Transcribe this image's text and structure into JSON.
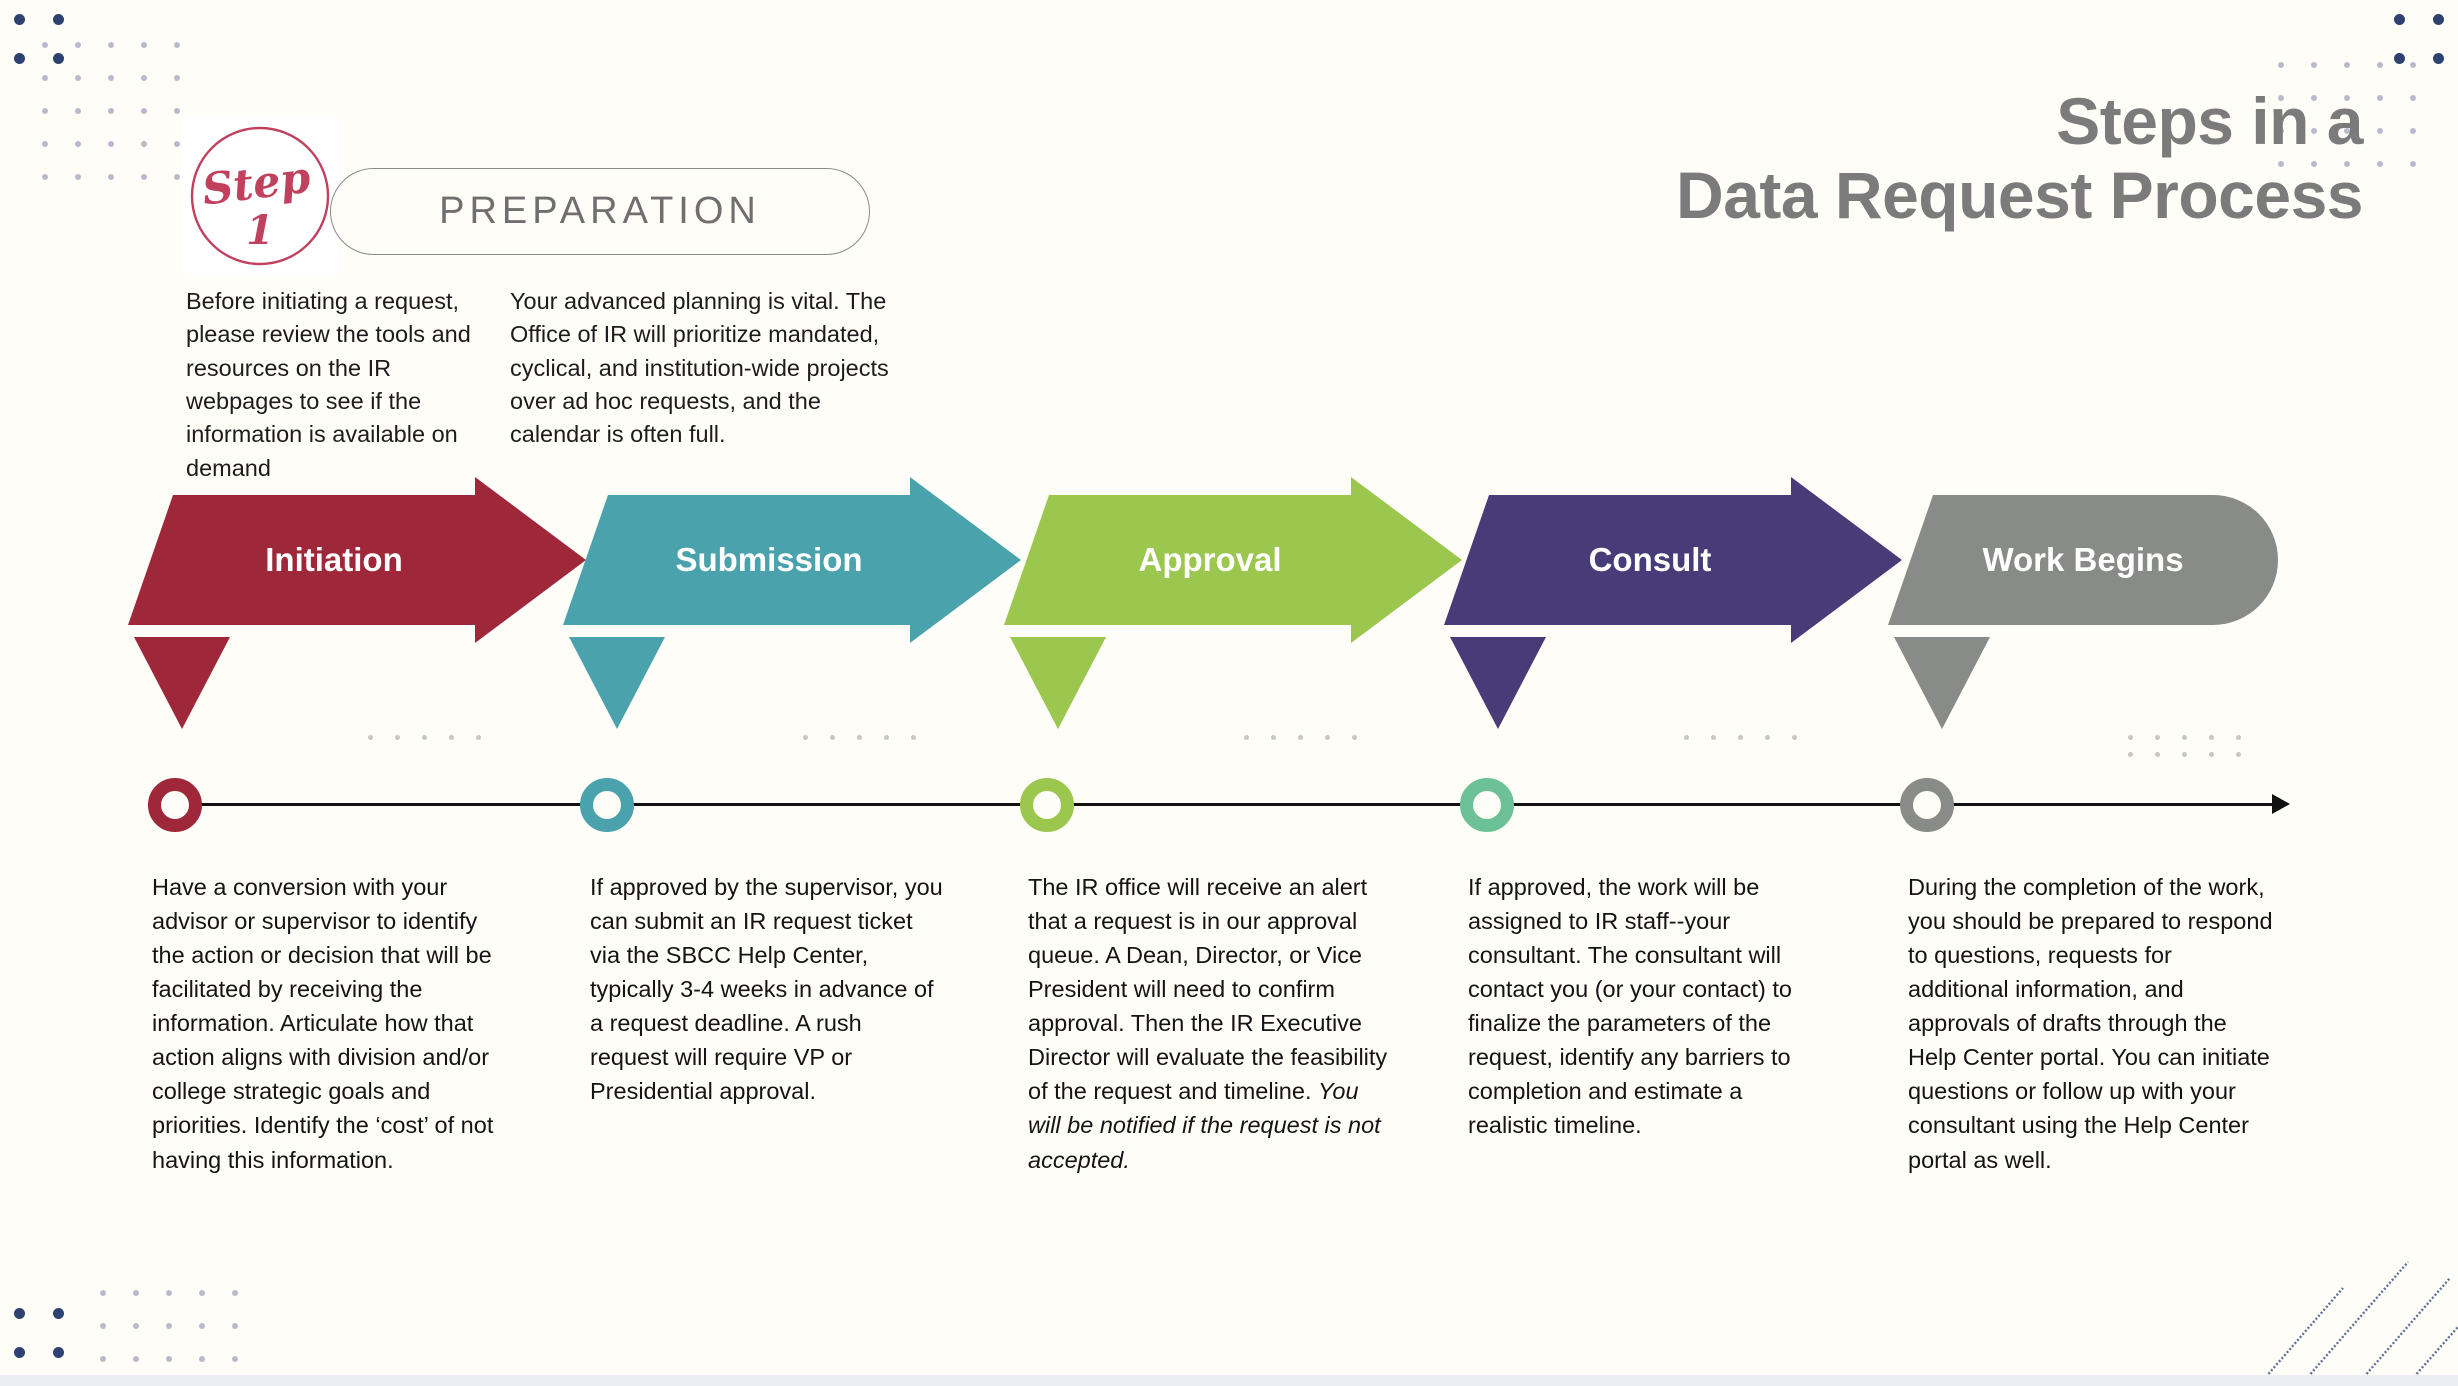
{
  "page": {
    "background": "#fffdf7",
    "title_line1": "Steps in a",
    "title_line2": "Data Request Process",
    "title_color": "#7b7b7b"
  },
  "step_badge": {
    "icon": "step-stamp-icon",
    "word": "Step",
    "number": "1",
    "color": "#c0405e"
  },
  "preparation": {
    "pill_label": "PREPARATION",
    "pill_text_color": "#6f6f6f",
    "paragraph_1": "Before initiating a request, please review the tools and resources on the IR webpages to see if the information is available on demand",
    "paragraph_2": "Your advanced planning is  vital. The Office of IR will prioritize mandated, cyclical, and institution-wide projects over ad hoc requests, and the calendar is often full."
  },
  "steps": [
    {
      "label": "Initiation",
      "color": "#9e2739",
      "node_color": "#9e2739",
      "shape": "arrow",
      "description": "Have a conversion with your advisor or supervisor to identify the action or decision that will be facilitated by receiving the information. Articulate how that action aligns with division and/or college strategic goals and priorities. Identify the ‘cost’ of not having this information.",
      "description_italic": ""
    },
    {
      "label": "Submission",
      "color": "#4aa3ac",
      "node_color": "#4aa3ac",
      "shape": "arrow",
      "description": "If approved by the supervisor, you can submit an IR request ticket via the SBCC Help Center, typically 3-4 weeks in advance of a request deadline. A rush request will require VP or Presidential approval.",
      "description_italic": ""
    },
    {
      "label": "Approval",
      "color": "#9cc košice"
    },
    {
      "label": "Consult",
      "color": "#473c77",
      "node_color": "#6cc296",
      "shape": "arrow",
      "description": "If approved, the work will be assigned to IR staff--your consultant. The consultant will contact you (or your contact) to finalize the parameters of the request, identify any barriers to completion and estimate a realistic timeline.",
      "description_italic": ""
    },
    {
      "label": "Work Begins",
      "color": "#898b88",
      "node_color": "#898b88",
      "shape": "rounded",
      "description": "During the completion of the work, you should be prepared to respond to questions, requests for additional information, and approvals of drafts through the Help Center portal. You can initiate questions or follow up with your consultant using the Help Center portal as well.",
      "description_italic": ""
    }
  ],
  "step_approval": {
    "label": "Approval",
    "color": "#9cc74e",
    "node_color": "#9cc74e",
    "shape": "arrow",
    "description": "The IR office will receive an alert that a request is in our approval queue. A Dean, Director, or Vice President will need to confirm approval. Then the IR Executive Director will evaluate the feasibility of the request and timeline. ",
    "description_italic": "You will be notified if the request is not accepted."
  },
  "decor": {
    "navy_dot_color": "#2d4270",
    "light_dot_color": "#b9bacb",
    "diagonal_line_color": "#5b7399",
    "timeline_color": "#111111"
  }
}
